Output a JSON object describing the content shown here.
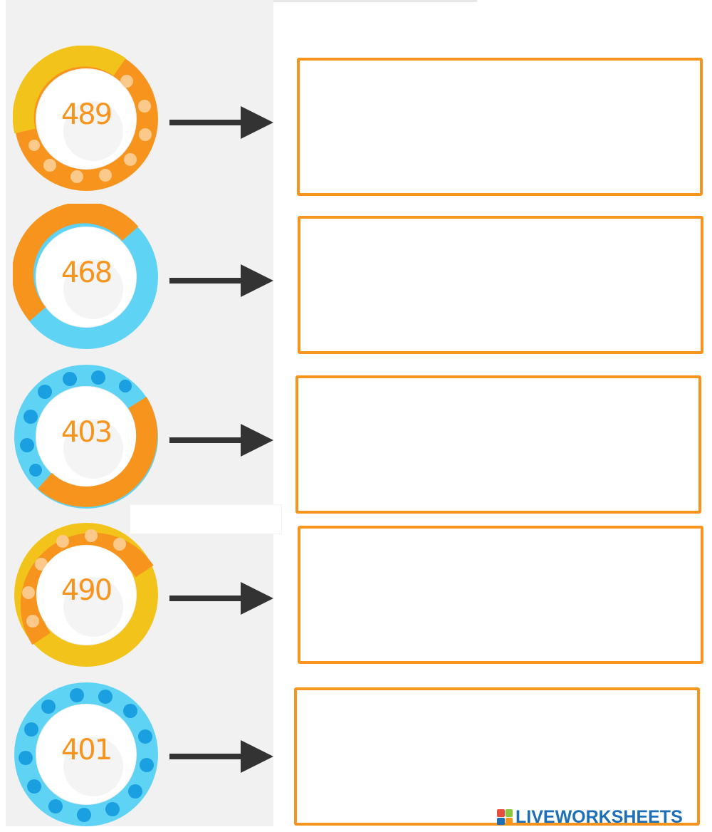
{
  "items": [
    {
      "number": "489",
      "colors": {
        "a": "#f7941d",
        "b": "#f2c31a",
        "dots": "#fbc98a"
      }
    },
    {
      "number": "468",
      "colors": {
        "a": "#f7941d",
        "b": "#5fd3f3",
        "dots": ""
      }
    },
    {
      "number": "403",
      "colors": {
        "a": "#f7941d",
        "b": "#5fd3f3",
        "dots": "#1a9fe0"
      }
    },
    {
      "number": "490",
      "colors": {
        "a": "#f7941d",
        "b": "#f2c31a",
        "dots": "#fbc98a"
      }
    },
    {
      "number": "401",
      "colors": {
        "a": "#5fd3f3",
        "b": "#5fd3f3",
        "dots": "#1a9fe0"
      }
    }
  ],
  "answer_box_color": "#f7941d",
  "arrow_color": "#333333",
  "watermark": {
    "text": "LIVEWORKSHEETS",
    "color": "#1d6fb8"
  }
}
